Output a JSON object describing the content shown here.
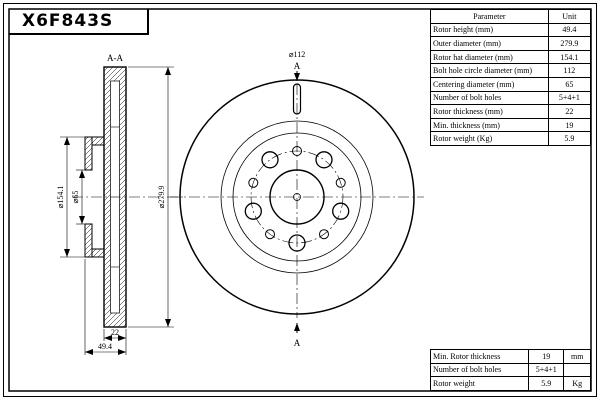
{
  "title_block": {
    "part_number": "X6F843S"
  },
  "spec_table": {
    "header": {
      "parameter": "Parameter",
      "unit": "Unit"
    },
    "rows": [
      {
        "param": "Rotor height (mm)",
        "value": "49.4"
      },
      {
        "param": "Outer diameter (mm)",
        "value": "279.9"
      },
      {
        "param": "Rotor hat diameter (mm)",
        "value": "154.1"
      },
      {
        "param": "Bolt hole circle diameter (mm)",
        "value": "112"
      },
      {
        "param": "Centering diameter (mm)",
        "value": "65"
      },
      {
        "param": "Number of bolt holes",
        "value": "5+4+1"
      },
      {
        "param": "Rotor thickness (mm)",
        "value": "22"
      },
      {
        "param": "Min. thickness (mm)",
        "value": "19"
      },
      {
        "param": "Rotor weight (Kg)",
        "value": "5.9"
      }
    ]
  },
  "summary_table": {
    "rows": [
      {
        "label": "Min. Rotor thickness",
        "value": "19",
        "unit": "mm"
      },
      {
        "label": "Number of bolt holes",
        "value": "5+4+1",
        "unit": ""
      },
      {
        "label": "Rotor weight",
        "value": "5.9",
        "unit": "Kg"
      }
    ]
  },
  "drawing": {
    "section_label": "A-A",
    "section_arrow": "A",
    "dims": {
      "bolt_circle": "⌀112",
      "hat_diameter": "⌀154.1",
      "centering_diameter": "⌀65",
      "outer_diameter": "⌀279.9",
      "thickness": "22",
      "height": "49.4"
    }
  },
  "colors": {
    "ink": "#000000",
    "paper": "#ffffff"
  }
}
